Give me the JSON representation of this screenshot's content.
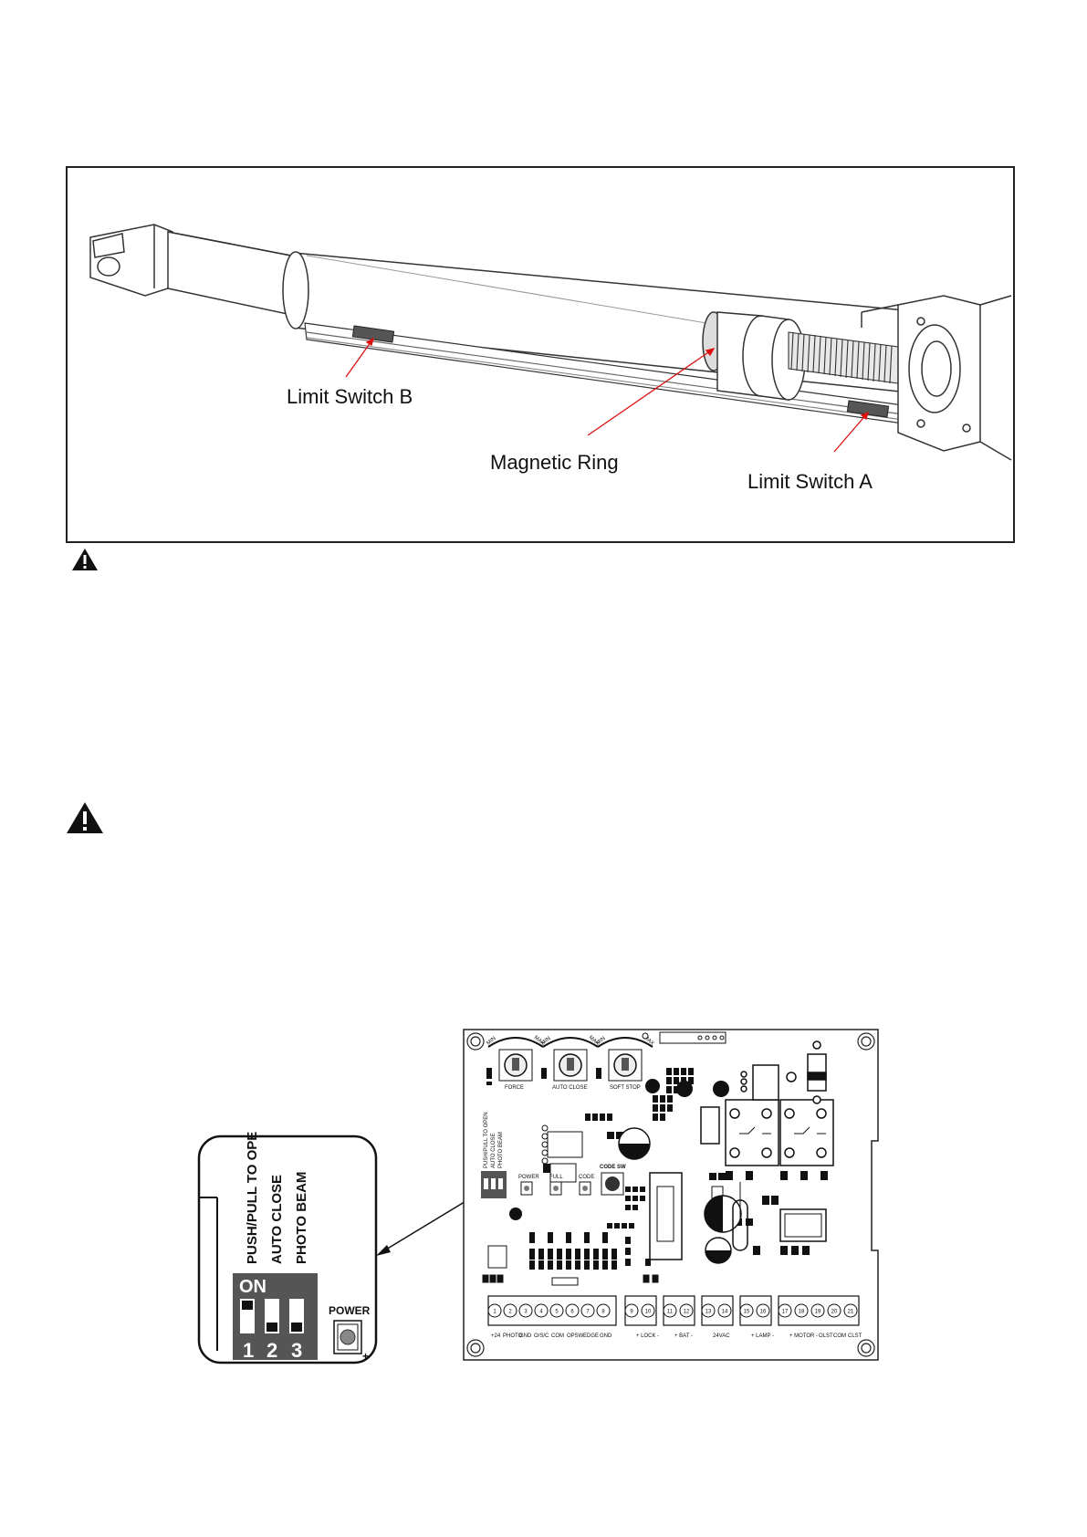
{
  "figure1": {
    "labels": {
      "limit_switch_b": "Limit Switch B",
      "magnetic_ring": "Magnetic Ring",
      "limit_switch_a": "Limit Switch A"
    }
  },
  "icons": {
    "warning_1": "warning-triangle-icon",
    "warning_2": "warning-triangle-icon"
  },
  "inset": {
    "switch_labels": [
      "PUSH/PULL TO OPEN",
      "AUTO CLOSE",
      "PHOTO BEAM"
    ],
    "on_label": "ON",
    "switch_numbers": [
      "1",
      "2",
      "3"
    ],
    "switch_states": [
      "on",
      "off",
      "off"
    ],
    "power_label": "POWER",
    "plus_label": "+"
  },
  "board": {
    "pots": [
      "FORCE",
      "AUTO CLOSE",
      "SOFT STOP"
    ],
    "pot_min": "MIN",
    "pot_max": "MAX",
    "dip_labels": [
      "PUSH/PULL TO OPEN",
      "AUTO CLOSE",
      "PHOTO BEAM"
    ],
    "leds": [
      "POWER",
      "FULL",
      "CODE"
    ],
    "code_sw": "CODE SW",
    "terminals": [
      "1",
      "2",
      "3",
      "4",
      "5",
      "6",
      "7",
      "8",
      "9",
      "10",
      "11",
      "12",
      "13",
      "14",
      "15",
      "16",
      "17",
      "18",
      "19",
      "20",
      "21"
    ],
    "terminal_groups": [
      "+24",
      "PHOTO",
      "GND",
      "O/S/C",
      "COM",
      "OPSW",
      "EDGE",
      "GND",
      "+ LOCK -",
      "+ BAT -",
      "24VAC",
      "+ LAMP -",
      "+ MOTOR -",
      "OLST",
      "COM",
      "CLST"
    ]
  }
}
